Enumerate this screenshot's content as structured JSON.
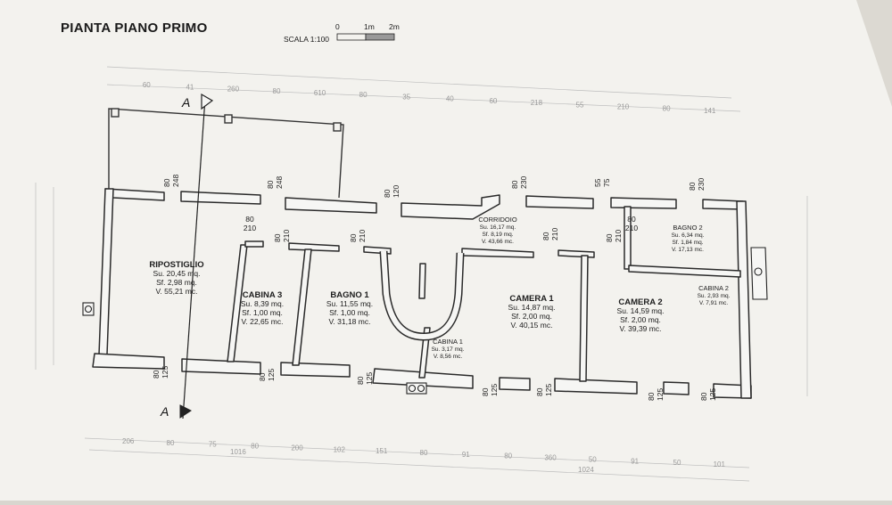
{
  "title": "PIANTA PIANO PRIMO",
  "scale": {
    "label": "SCALA 1:100",
    "ticks": [
      "0",
      "1m",
      "2m"
    ]
  },
  "section_marker": "A",
  "rooms": [
    {
      "id": "ripostiglio",
      "name": "RIPOSTIGLIO",
      "su": "Su. 20,45 mq.",
      "sf": "Sf. 2,98 mq.",
      "v": "V. 55,21 mc."
    },
    {
      "id": "cabina3",
      "name": "CABINA 3",
      "su": "Su. 8,39 mq.",
      "sf": "Sf. 1,00 mq.",
      "v": "V. 22,65 mc."
    },
    {
      "id": "bagno1",
      "name": "BAGNO 1",
      "su": "Su. 11,55 mq.",
      "sf": "Sf. 1,00 mq.",
      "v": "V. 31,18 mc."
    },
    {
      "id": "cabina1",
      "name": "CABINA 1",
      "su": "Su. 3,17 mq.",
      "sf": "",
      "v": "V. 8,56 mc."
    },
    {
      "id": "corridoio",
      "name": "CORRIDOIO",
      "su": "Su. 16,17 mq.",
      "sf": "Sf. 8,19 mq.",
      "v": "V. 43,66 mc."
    },
    {
      "id": "camera1",
      "name": "CAMERA 1",
      "su": "Su. 14,87 mq.",
      "sf": "Sf. 2,00 mq.",
      "v": "V. 40,15 mc."
    },
    {
      "id": "camera2",
      "name": "CAMERA 2",
      "su": "Su. 14,59 mq.",
      "sf": "Sf. 2,00 mq.",
      "v": "V. 39,39 mc."
    },
    {
      "id": "bagno2",
      "name": "BAGNO 2",
      "su": "Su. 6,34 mq.",
      "sf": "Sf. 1,84 mq.",
      "v": "V. 17,13 mc."
    },
    {
      "id": "cabina2",
      "name": "CABINA 2",
      "su": "Su. 2,93 mq.",
      "sf": "",
      "v": "V. 7,91 mc."
    }
  ],
  "openings": {
    "top": [
      {
        "w": "80",
        "h": "248"
      },
      {
        "w": "80",
        "h": "248"
      },
      {
        "w": "80",
        "h": "120"
      },
      {
        "w": "80",
        "h": "230"
      },
      {
        "w": "55",
        "h": "75"
      },
      {
        "w": "80",
        "h": "230"
      }
    ],
    "inner": [
      {
        "w": "80",
        "h": "210"
      },
      {
        "w": "80",
        "h": "210"
      },
      {
        "w": "80",
        "h": "210"
      },
      {
        "w": "80",
        "h": "210"
      },
      {
        "w": "80",
        "h": "210"
      },
      {
        "w": "80",
        "h": "210"
      }
    ],
    "bottom": [
      {
        "w": "80",
        "h": "125"
      },
      {
        "w": "80",
        "h": "125"
      },
      {
        "w": "80",
        "h": "125"
      },
      {
        "w": "80",
        "h": "125"
      },
      {
        "w": "80",
        "h": "125"
      },
      {
        "w": "80",
        "h": "125"
      },
      {
        "w": "80",
        "h": "125"
      }
    ]
  },
  "faint_dims": {
    "top_row": [
      "60",
      "41",
      "260",
      "80",
      "610",
      "80",
      "35",
      "40",
      "60",
      "218",
      "55",
      "210",
      "80",
      "141"
    ],
    "bottom_row": [
      "206",
      "80",
      "75",
      "80",
      "200",
      "102",
      "151",
      "80",
      "91",
      "80",
      "360",
      "50",
      "91",
      "50",
      "101"
    ],
    "totals": [
      "1016",
      "1024"
    ]
  }
}
